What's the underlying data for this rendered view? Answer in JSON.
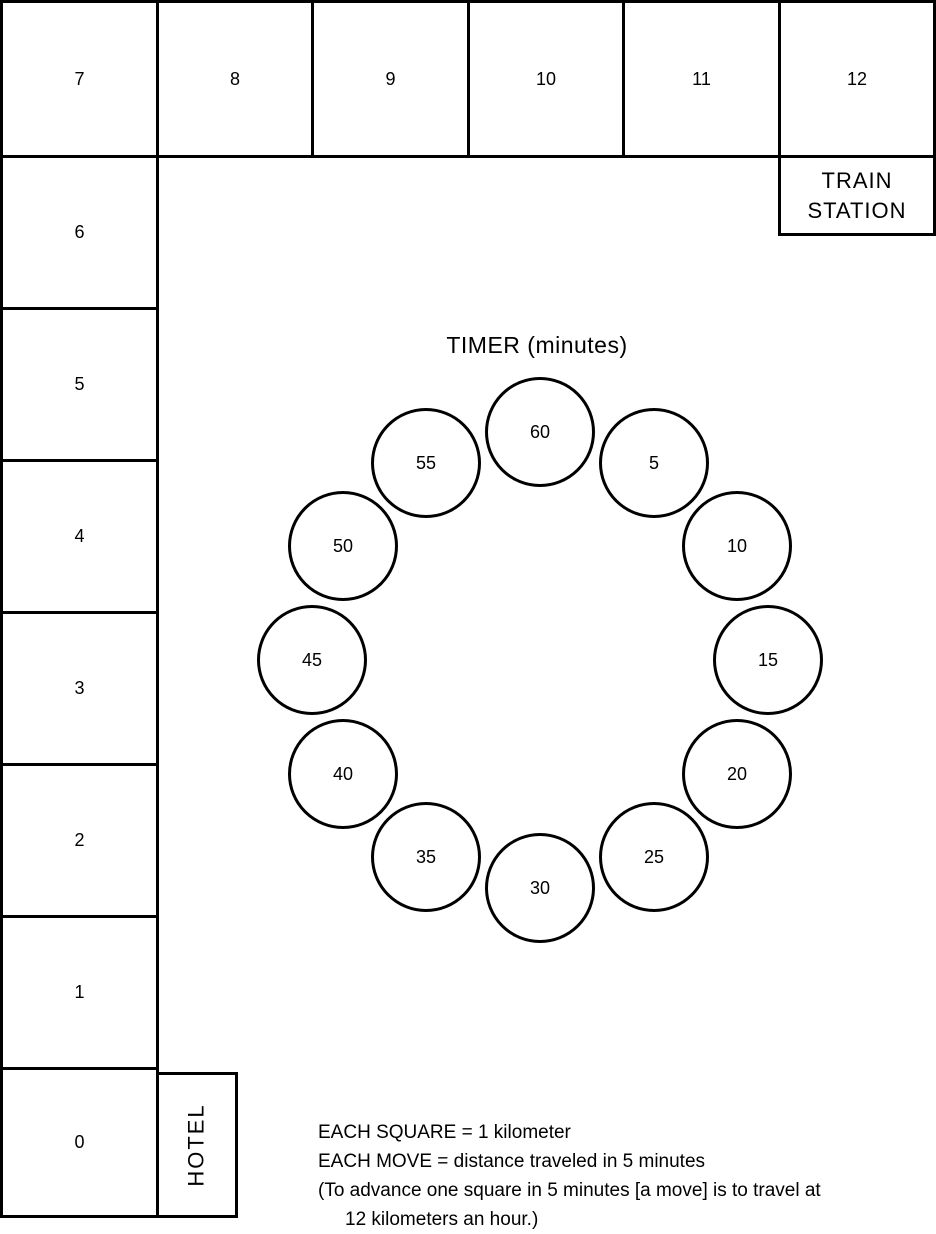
{
  "board": {
    "top_row": [
      "7",
      "8",
      "9",
      "10",
      "11",
      "12"
    ],
    "left_column": [
      "6",
      "5",
      "4",
      "3",
      "2",
      "1",
      "0"
    ],
    "train_station": {
      "line1": "TRAIN",
      "line2": "STATION"
    },
    "hotel_label": "HOTEL"
  },
  "timer": {
    "title": "TIMER (minutes)",
    "values": [
      "60",
      "5",
      "10",
      "15",
      "20",
      "25",
      "30",
      "35",
      "40",
      "45",
      "50",
      "55"
    ]
  },
  "legend": {
    "lines": [
      "EACH SQUARE = 1 kilometer",
      "EACH MOVE = distance traveled in 5 minutes",
      "(To advance one square in 5 minutes [a move] is to travel at",
      "12 kilometers an hour.)"
    ]
  },
  "colors": {
    "ink": "#000000",
    "paper": "#ffffff"
  }
}
